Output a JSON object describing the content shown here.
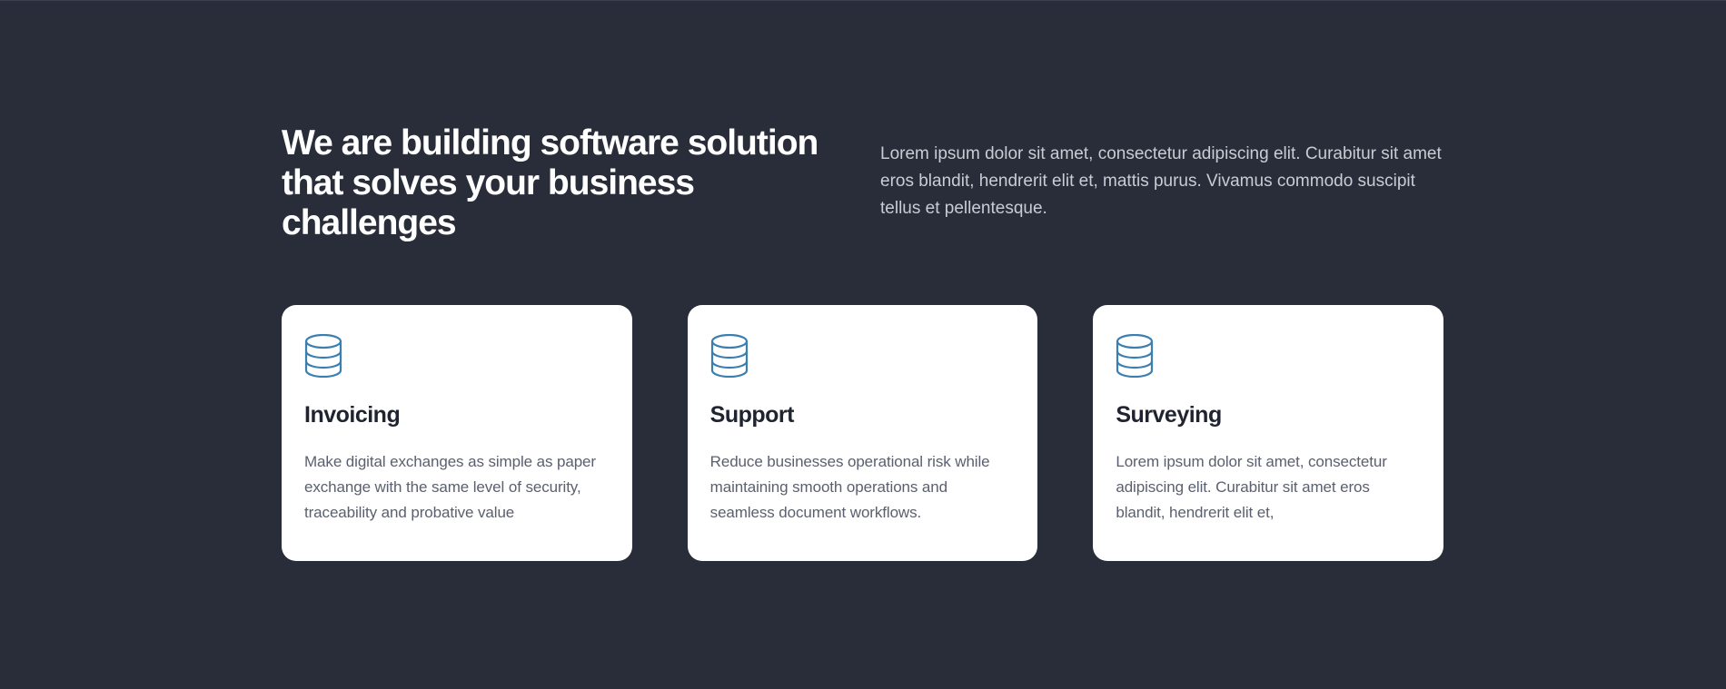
{
  "theme": {
    "background": "#282d39",
    "card_background": "#ffffff",
    "icon_color": "#3b7fb0"
  },
  "hero": {
    "heading": "We are building software solution that solves your business challenges",
    "intro": "Lorem ipsum dolor sit amet, consectetur adipiscing elit. Curabitur sit amet eros blandit, hendrerit elit et, mattis purus. Vivamus commodo suscipit tellus et pellentesque."
  },
  "cards": [
    {
      "icon": "database-icon",
      "title": "Invoicing",
      "text": "Make digital exchanges as simple as paper exchange with the same level of security, traceability and probative value"
    },
    {
      "icon": "database-icon",
      "title": "Support",
      "text": "Reduce businesses operational risk while maintaining smooth operations and seamless document workflows."
    },
    {
      "icon": "database-icon",
      "title": "Surveying",
      "text": "Lorem ipsum dolor sit amet, consectetur adipiscing elit. Curabitur sit amet eros blandit, hendrerit elit et,"
    }
  ]
}
